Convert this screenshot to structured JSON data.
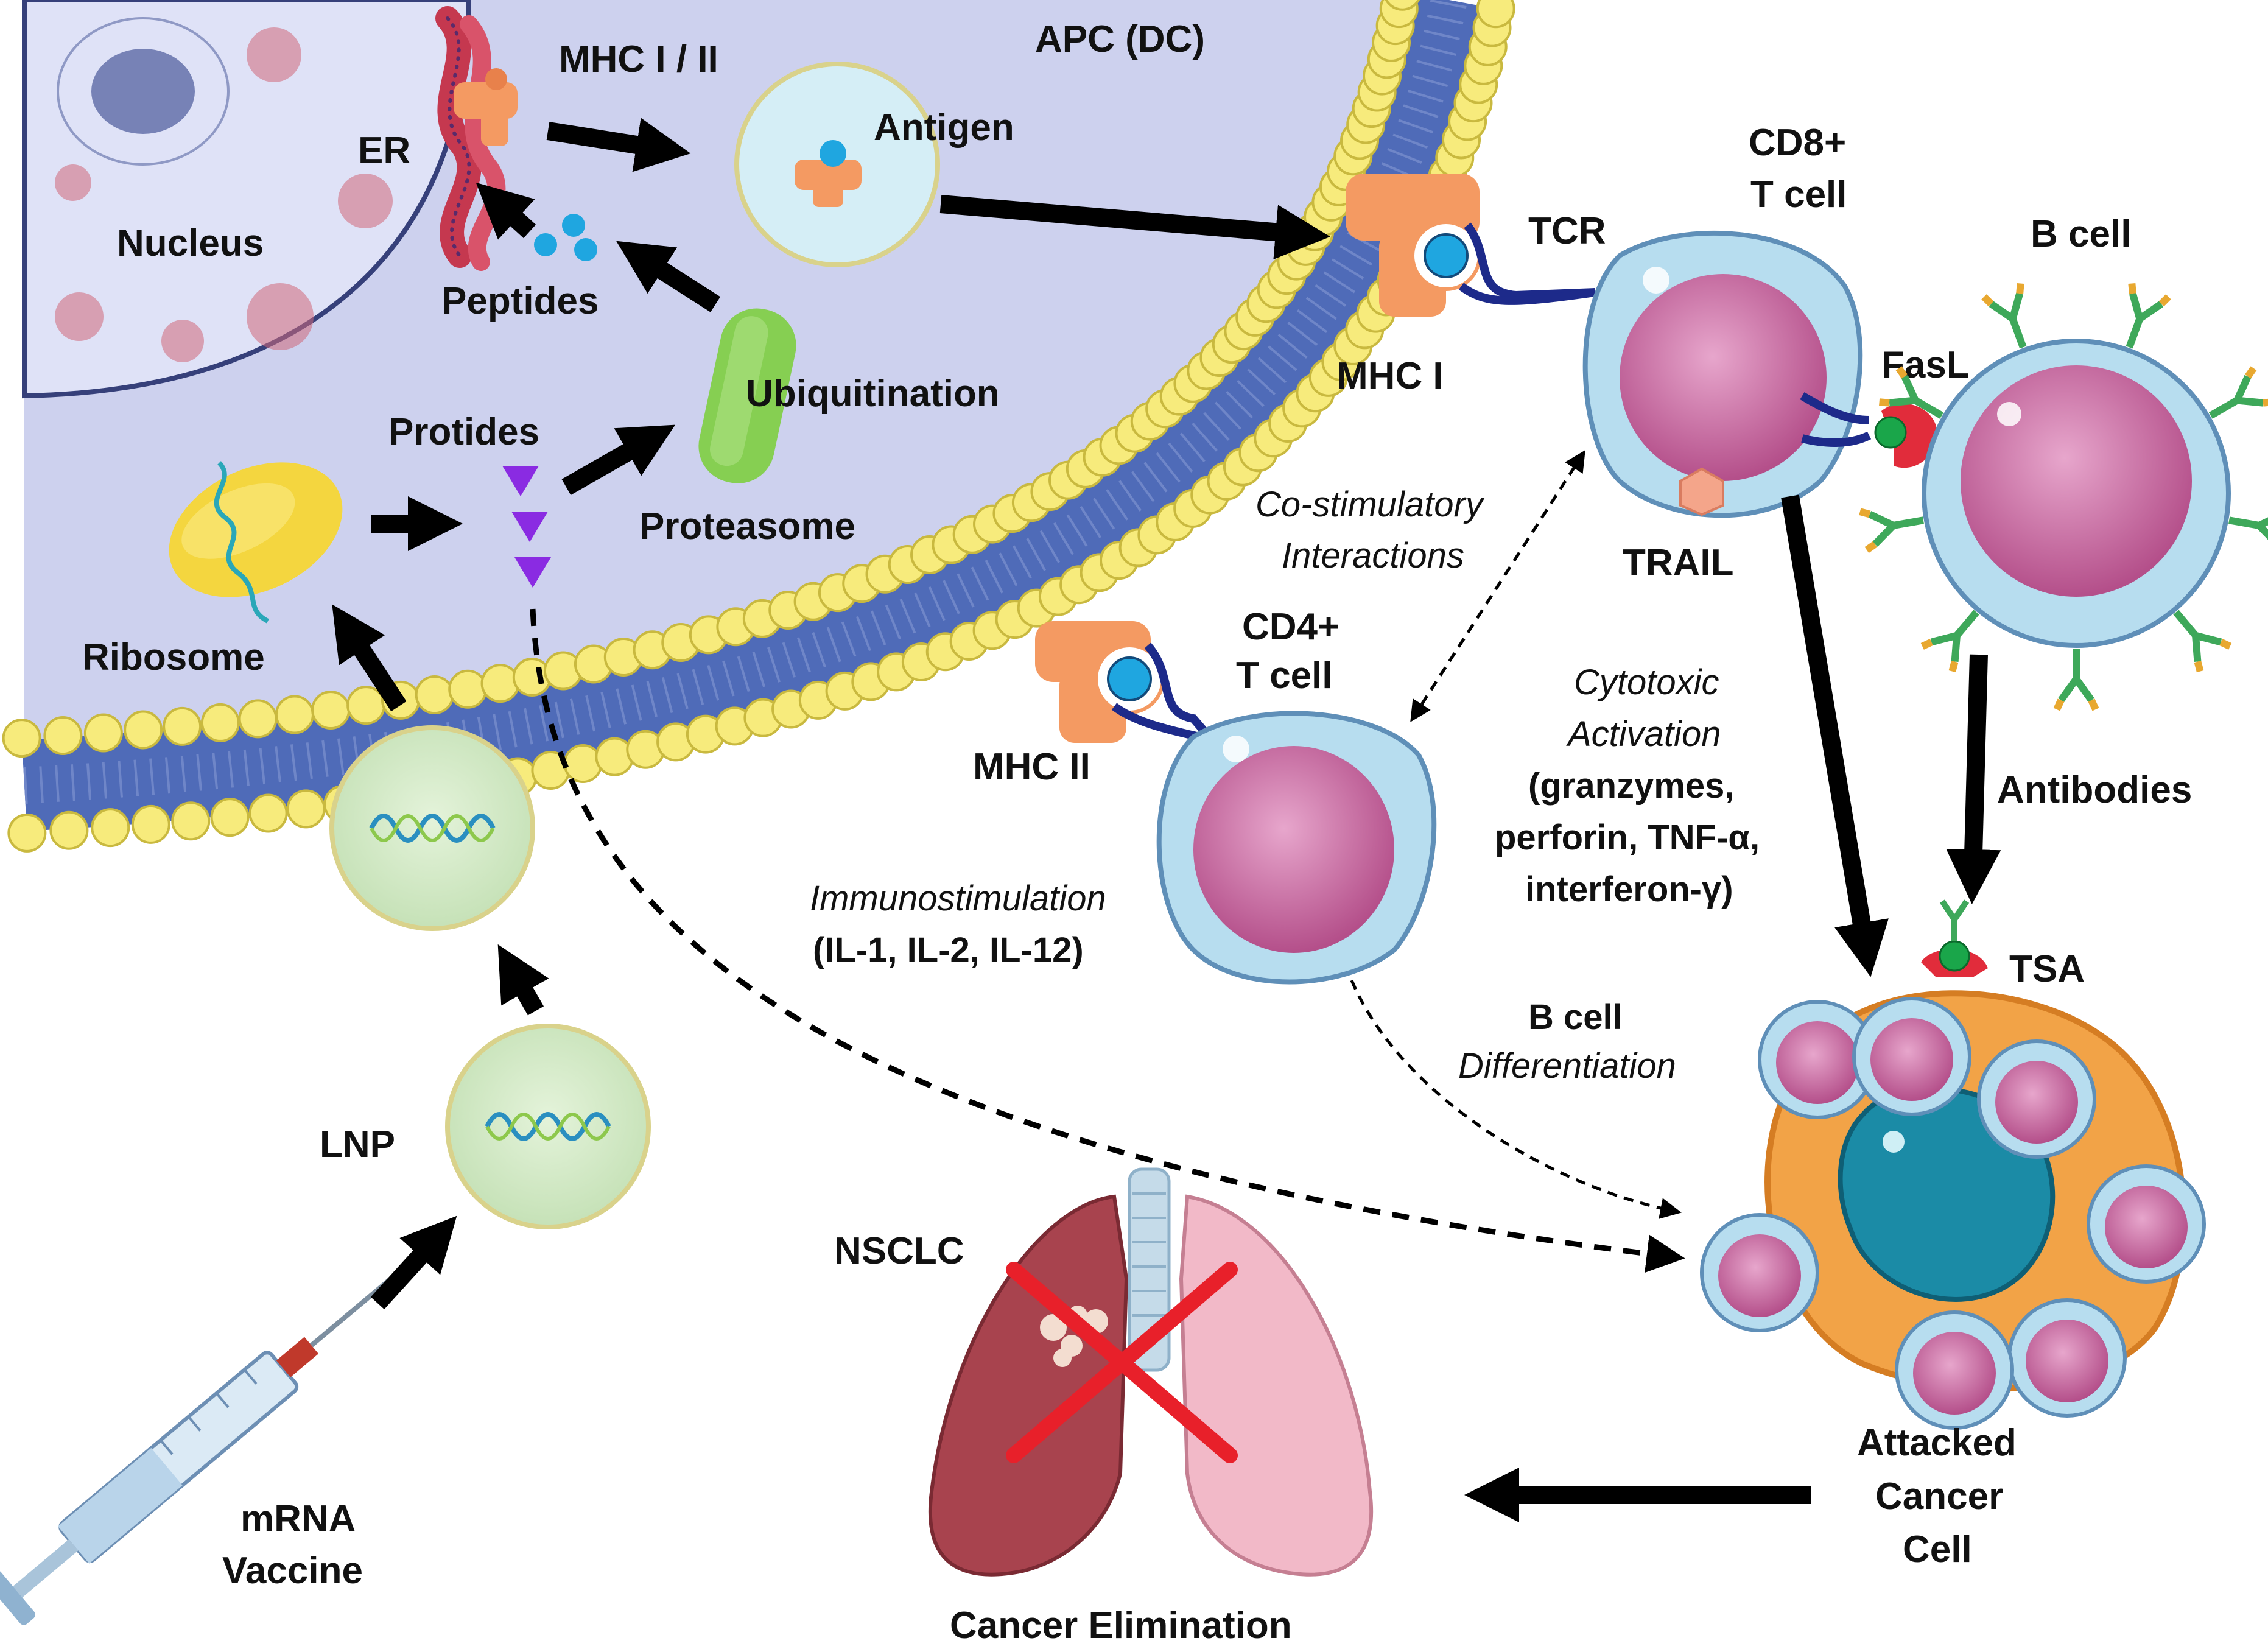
{
  "labels": {
    "apc": "APC (DC)",
    "mhc_i_ii": "MHC I / II",
    "er": "ER",
    "nucleus": "Nucleus",
    "peptides": "Peptides",
    "antigen": "Antigen",
    "ubiquitination": "Ubiquitination",
    "proteasome": "Proteasome",
    "protides": "Protides",
    "ribosome": "Ribosome",
    "lnp": "LNP",
    "mrna_vaccine_1": "mRNA",
    "mrna_vaccine_2": "Vaccine",
    "mhc_i": "MHC I",
    "mhc_ii": "MHC II",
    "tcr": "TCR",
    "cd8_1": "CD8+",
    "cd8_2": "T cell",
    "cd4_1": "CD4+",
    "cd4_2": "T cell",
    "b_cell": "B cell",
    "fasl": "FasL",
    "trail": "TRAIL",
    "costim_1": "Co-stimulatory",
    "costim_2": "Interactions",
    "cytotoxic_1": "Cytotoxic",
    "cytotoxic_2": "Activation",
    "cytotoxic_3": "(granzymes,",
    "cytotoxic_4": "perforin, TNF-α,",
    "cytotoxic_5": "interferon-γ)",
    "antibodies": "Antibodies",
    "tsa": "TSA",
    "immuno_1": "Immunostimulation",
    "immuno_2": "(IL-1, IL-2, IL-12)",
    "bdiff_1": "B cell",
    "bdiff_2": "Differentiation",
    "nsclc": "NSCLC",
    "attacked_1": "Attacked",
    "attacked_2": "Cancer",
    "attacked_3": "Cell",
    "cancer_elim": "Cancer Elimination"
  },
  "colors": {
    "cytoplasm": "#ccd0ec",
    "membrane": "#4f6bb8",
    "lipid_head": "#f7eb7c",
    "nucleus": "#dfe2f7",
    "t_cell": "#b7ddef",
    "t_cell_nucleus": "#c95a9a",
    "cancer_cell": "#f2a347",
    "cancer_nucleus": "#1b8ba6",
    "mhc": "#f49a62",
    "tcr": "#1d2a8a",
    "antibody": "#3ea85a",
    "fasl": "#e12c3b",
    "lnp": "#d3eac7",
    "proteasome": "#7fcf48",
    "ribosome": "#f4d63f",
    "protide": "#8a2be2",
    "lung_left": "#a8434e",
    "lung_right": "#f2b9c8",
    "cross": "#e8202a"
  }
}
